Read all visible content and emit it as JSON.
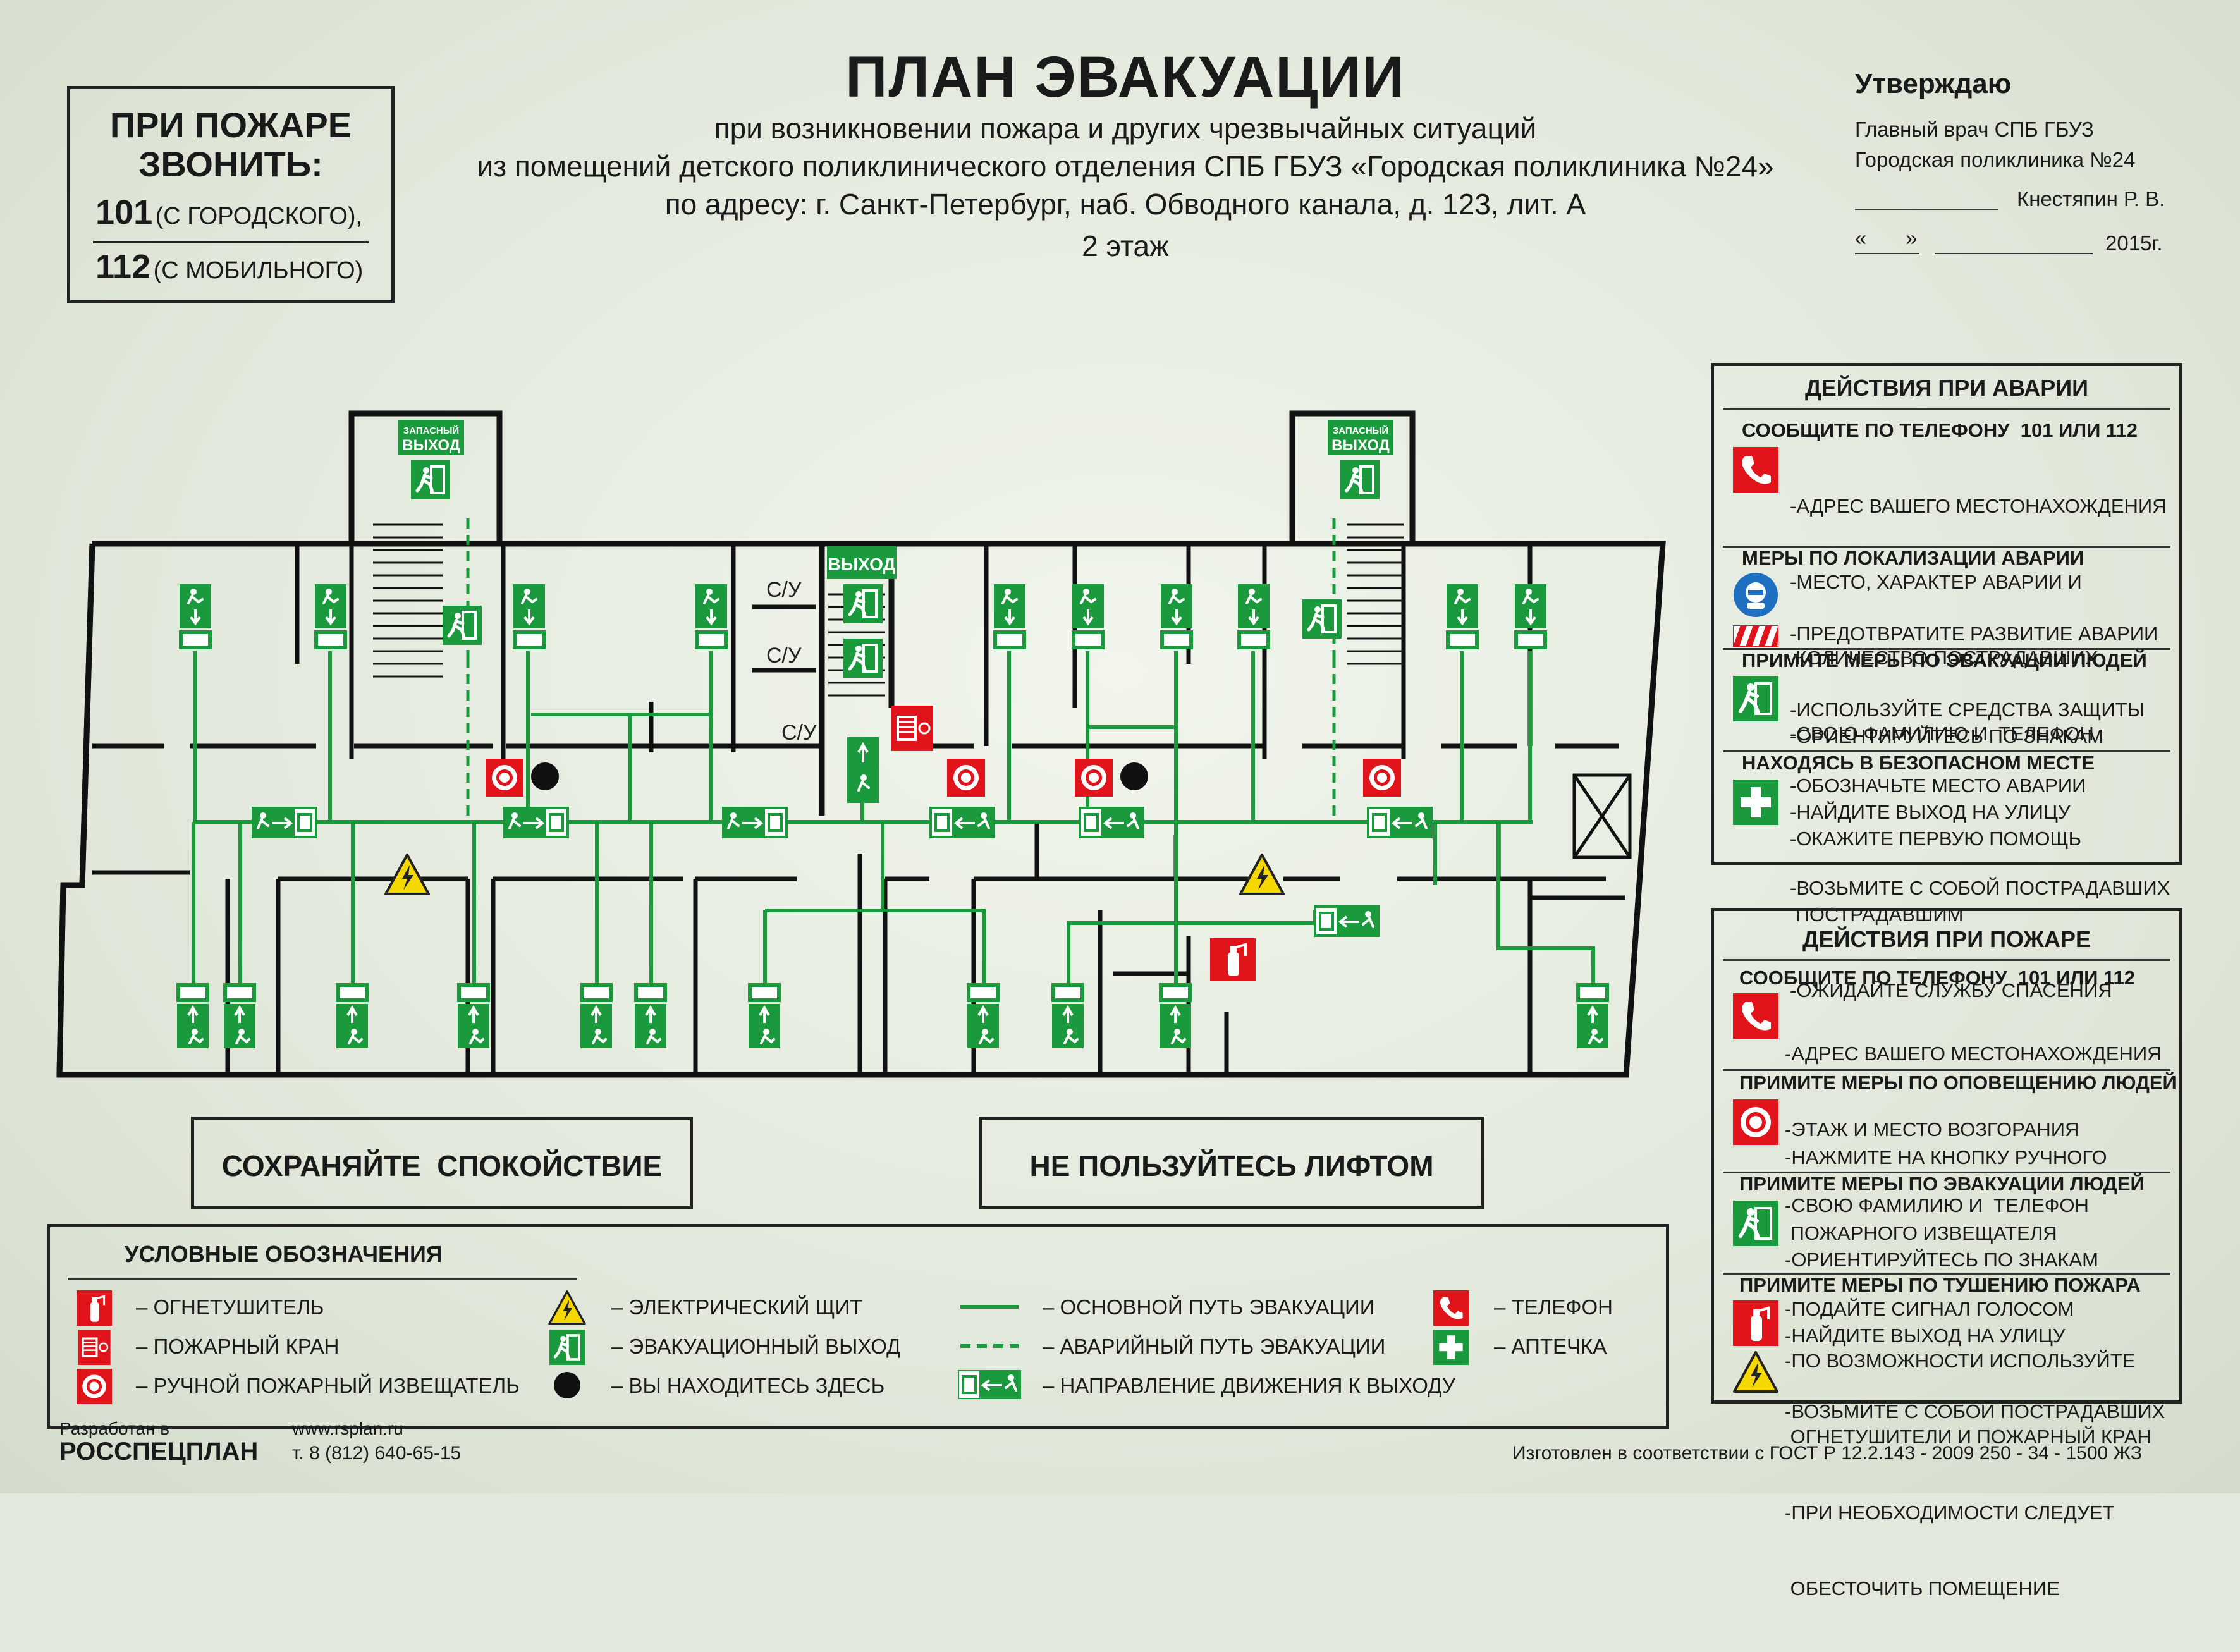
{
  "emergency": {
    "title1": "ПРИ ПОЖАРЕ",
    "title2": "ЗВОНИТЬ:",
    "num1": "101",
    "num1_note": "(С ГОРОДСКОГО),",
    "num2": "112",
    "num2_note": "(С МОБИЛЬНОГО)"
  },
  "header": {
    "title": "ПЛАН ЭВАКУАЦИИ",
    "line1": "при возникновении пожара и других чрезвычайных ситуаций",
    "line2": "из помещений детского поликлинического отделения СПБ ГБУЗ «Городская поликлиника №24»",
    "line3": "по адресу: г. Санкт-Петербург, наб. Обводного канала, д. 123, лит. А",
    "floor": "2 этаж"
  },
  "approval": {
    "title": "Утверждаю",
    "line1": "Главный врач СПБ ГБУЗ",
    "line2": "Городская поликлиника №24",
    "name": "Кнестяпин Р. В.",
    "date_open": "«",
    "date_close": "»",
    "year": "2015г."
  },
  "accident": {
    "title": "ДЕЙСТВИЯ ПРИ АВАРИИ",
    "s1": "СООБЩИТЕ ПО ТЕЛЕФОНУ  101 ИЛИ 112",
    "s1_items": [
      "-АДРЕС ВАШЕГО МЕСТОНАХОЖДЕНИЯ",
      "-МЕСТО, ХАРАКТЕР АВАРИИ И",
      " КОЛИЧЕСТВО ПОСТРАДАВШИХ",
      "-СВОЮ ФАМИЛИЮ И  ТЕЛЕФОН"
    ],
    "s2": "МЕРЫ ПО ЛОКАЛИЗАЦИИ АВАРИИ",
    "s2_items": [
      "-ПРЕДОТВРАТИТЕ РАЗВИТИЕ АВАРИИ",
      "-ИСПОЛЬЗУЙТЕ СРЕДСТВА ЗАЩИТЫ",
      "-ОБОЗНАЧЬТЕ МЕСТО АВАРИИ"
    ],
    "s3": "ПРИМИТЕ МЕРЫ ПО ЭВАКУАЦИИ ЛЮДЕЙ",
    "s3_items": [
      "-ОРИЕНТИРУЙТЕСЬ ПО ЗНАКАМ",
      "-НАЙДИТЕ ВЫХОД НА УЛИЦУ",
      "-ВОЗЬМИТЕ С СОБОЙ ПОСТРАДАВШИХ"
    ],
    "s4": "НАХОДЯСЬ В БЕЗОПАСНОМ МЕСТЕ",
    "s4_items": [
      "-ОКАЖИТЕ ПЕРВУЮ ПОМОЩЬ",
      " ПОСТРАДАВШИМ",
      "-ОЖИДАЙТЕ СЛУЖБУ СПАСЕНИЯ"
    ]
  },
  "fire": {
    "title": "ДЕЙСТВИЯ ПРИ ПОЖАРЕ",
    "s1": "СООБЩИТЕ ПО ТЕЛЕФОНУ  101 ИЛИ 112",
    "s1_items": [
      "-АДРЕС ВАШЕГО МЕСТОНАХОЖДЕНИЯ",
      "-ЭТАЖ И МЕСТО ВОЗГОРАНИЯ",
      "-СВОЮ ФАМИЛИЮ И  ТЕЛЕФОН"
    ],
    "s2": "ПРИМИТЕ МЕРЫ ПО ОПОВЕЩЕНИЮ ЛЮДЕЙ",
    "s2_items": [
      "-НАЖМИТЕ НА КНОПКУ РУЧНОГО",
      " ПОЖАРНОГО ИЗВЕЩАТЕЛЯ",
      "-ПОДАЙТЕ СИГНАЛ ГОЛОСОМ"
    ],
    "s3": "ПРИМИТЕ МЕРЫ ПО ЭВАКУАЦИИ ЛЮДЕЙ",
    "s3_items": [
      "-ОРИЕНТИРУЙТЕСЬ ПО ЗНАКАМ",
      "-НАЙДИТЕ ВЫХОД НА УЛИЦУ",
      "-ВОЗЬМИТЕ С СОБОЙ ПОСТРАДАВШИХ"
    ],
    "s4": "ПРИМИТЕ МЕРЫ ПО ТУШЕНИЮ ПОЖАРА",
    "s4_items": [
      "-ПО ВОЗМОЖНОСТИ ИСПОЛЬЗУЙТЕ",
      " ОГНЕТУШИТЕЛИ И ПОЖАРНЫЙ КРАН",
      "-ПРИ НЕОБХОДИМОСТИ СЛЕДУЕТ",
      " ОБЕСТОЧИТЬ ПОМЕЩЕНИЕ"
    ]
  },
  "calm": "СОХРАНЯЙТЕ  СПОКОЙСТВИЕ",
  "no_lift": "НЕ ПОЛЬЗУЙТЕСЬ ЛИФТОМ",
  "legend": {
    "title": "УСЛОВНЫЕ ОБОЗНАЧЕНИЯ",
    "items": [
      {
        "icon": "extinguisher-icon",
        "label": "–  ОГНЕТУШИТЕЛЬ"
      },
      {
        "icon": "fire-hose-icon",
        "label": "–  ПОЖАРНЫЙ КРАН"
      },
      {
        "icon": "fire-alarm-button-icon",
        "label": "–  РУЧНОЙ ПОЖАРНЫЙ ИЗВЕЩАТЕЛЬ"
      },
      {
        "icon": "electric-hazard-icon",
        "label": "–  ЭЛЕКТРИЧЕСКИЙ ЩИТ"
      },
      {
        "icon": "exit-icon",
        "label": "–  ЭВАКУАЦИОННЫЙ ВЫХОД"
      },
      {
        "icon": "you-are-here-icon",
        "label": "–  ВЫ НАХОДИТЕСЬ ЗДЕСЬ"
      },
      {
        "icon": "main-route-icon",
        "label": "–  ОСНОВНОЙ ПУТЬ ЭВАКУАЦИИ"
      },
      {
        "icon": "emergency-route-icon",
        "label": "–  АВАРИЙНЫЙ ПУТЬ ЭВАКУАЦИИ"
      },
      {
        "icon": "direction-arrow-icon",
        "label": "–  НАПРАВЛЕНИЕ ДВИЖЕНИЯ К ВЫХОДУ"
      },
      {
        "icon": "phone-icon",
        "label": "–  ТЕЛЕФОН"
      },
      {
        "icon": "first-aid-icon",
        "label": "–  АПТЕЧКА"
      }
    ]
  },
  "plan": {
    "spare_exit": "ЗАПАСНЫЙ ВЫХОД",
    "spare_exit_1": "ЗАПАСНЫЙ",
    "spare_exit_2": "ВЫХОД",
    "exit": "ВЫХОД",
    "wc": "С/У"
  },
  "footer": {
    "dev_by": "Разработан в",
    "company": "РОССПЕЦПЛАН",
    "site": "www.rsplan.ru",
    "phone": "т. 8 (812) 640-65-15",
    "gost": "Изготовлен в соответствии с ГОСТ Р 12.2.143 - 2009 250 - 34 - 1500 ЖЗ"
  },
  "colors": {
    "green": "#1a9a3c",
    "red": "#e2141b",
    "yellow": "#f5d800",
    "wall": "#111111"
  }
}
